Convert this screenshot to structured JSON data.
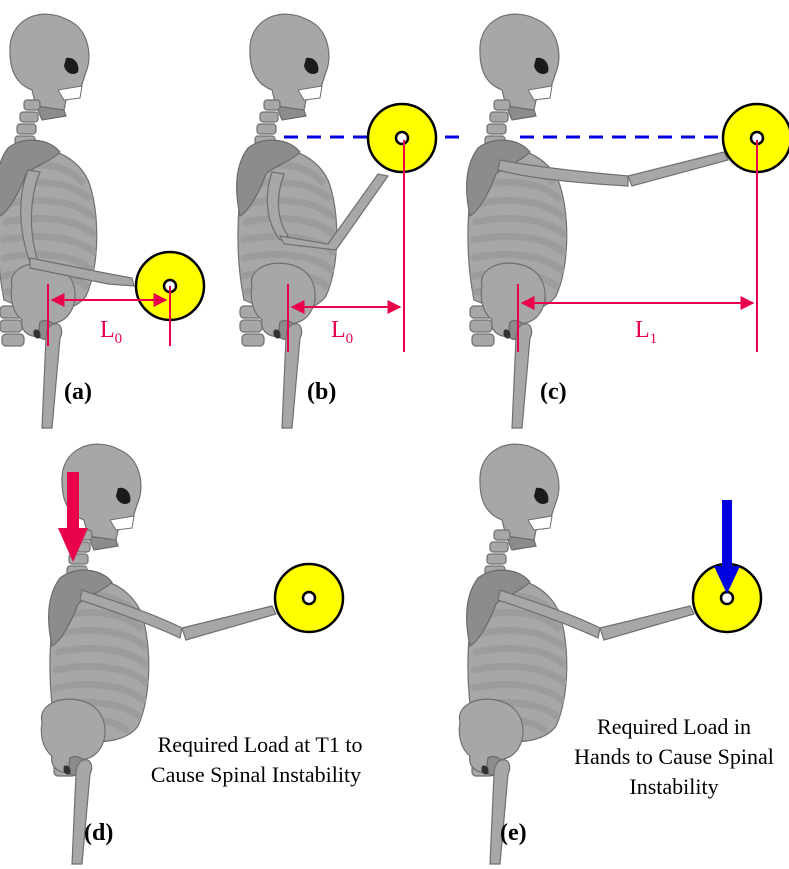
{
  "panels": {
    "a": {
      "label": "(a)",
      "dimension": {
        "letter": "L",
        "subscript": "0"
      }
    },
    "b": {
      "label": "(b)",
      "dimension": {
        "letter": "L",
        "subscript": "0"
      }
    },
    "c": {
      "label": "(c)",
      "dimension": {
        "letter": "L",
        "subscript": "1"
      }
    },
    "d": {
      "label": "(d)",
      "caption_line1": "Required Load at T1 to",
      "caption_line2": "Cause Spinal Instability"
    },
    "e": {
      "label": "(e)",
      "caption_line1": "Required Load in",
      "caption_line2": "Hands to Cause Spinal",
      "caption_line3": "Instability"
    }
  },
  "colors": {
    "weight": "#ffff00",
    "dimension_lines": "#e8004a",
    "dashed_guide": "#0000e0",
    "t1_load_arrow": "#e8004a",
    "hand_load_arrow": "#0000e0",
    "bone": "#a7a7a7"
  }
}
